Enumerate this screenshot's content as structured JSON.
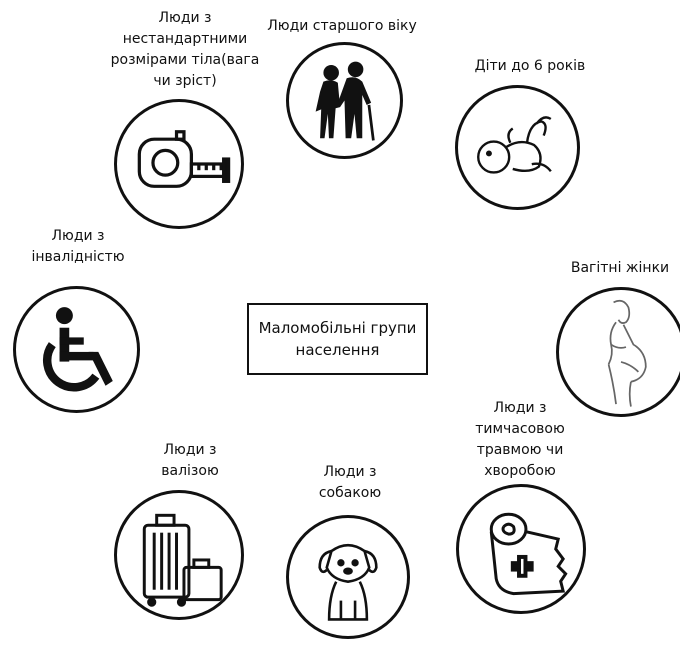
{
  "center_title": "Маломобільні групи\nнаселення",
  "groups": [
    {
      "label": "Люди старшого віку",
      "icon": "elderly-couple-icon"
    },
    {
      "label": "Діти до 6 років",
      "icon": "baby-icon"
    },
    {
      "label": "Вагітні жінки",
      "icon": "pregnant-woman-icon"
    },
    {
      "label": "Люди з\nтимчасовою\nтравмою чи\nхворобою",
      "icon": "bandage-icon"
    },
    {
      "label": "Люди з\nсобакою",
      "icon": "dog-icon"
    },
    {
      "label": "Люди з\nвалізою",
      "icon": "suitcase-icon"
    },
    {
      "label": "Люди з\nінвалідністю",
      "icon": "wheelchair-icon"
    },
    {
      "label": "Люди з\nнестандартними\nрозмірами тіла(вага\nчи зріст)",
      "icon": "tape-measure-icon"
    }
  ]
}
